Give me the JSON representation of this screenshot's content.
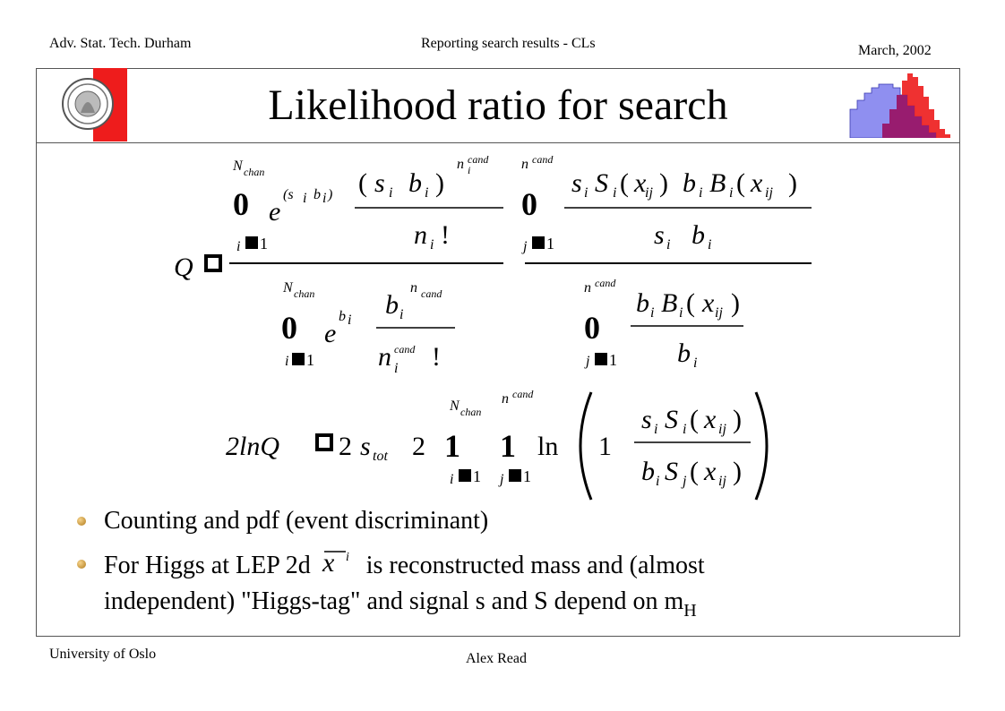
{
  "header": {
    "left": "Adv. Stat. Tech. Durham",
    "center": "Reporting search results - CLs",
    "right": "March, 2002"
  },
  "title": "Likelihood ratio for search",
  "bullets": [
    {
      "text": "Counting and pdf (event discriminant)"
    },
    {
      "part1": "For Higgs at LEP 2d",
      "part2": "is reconstructed mass and (almost",
      "line2": "independent) \"Higgs-tag\"  and signal s and S depend on m",
      "subscript": "H"
    }
  ],
  "footer": {
    "left": "University of Oslo",
    "center": "Alex Read"
  },
  "colors": {
    "seal_red": "#ee1c1c",
    "hist_blue": "#8f8ff0",
    "hist_red": "#ee2020",
    "hist_overlap": "#8a1a7a"
  }
}
